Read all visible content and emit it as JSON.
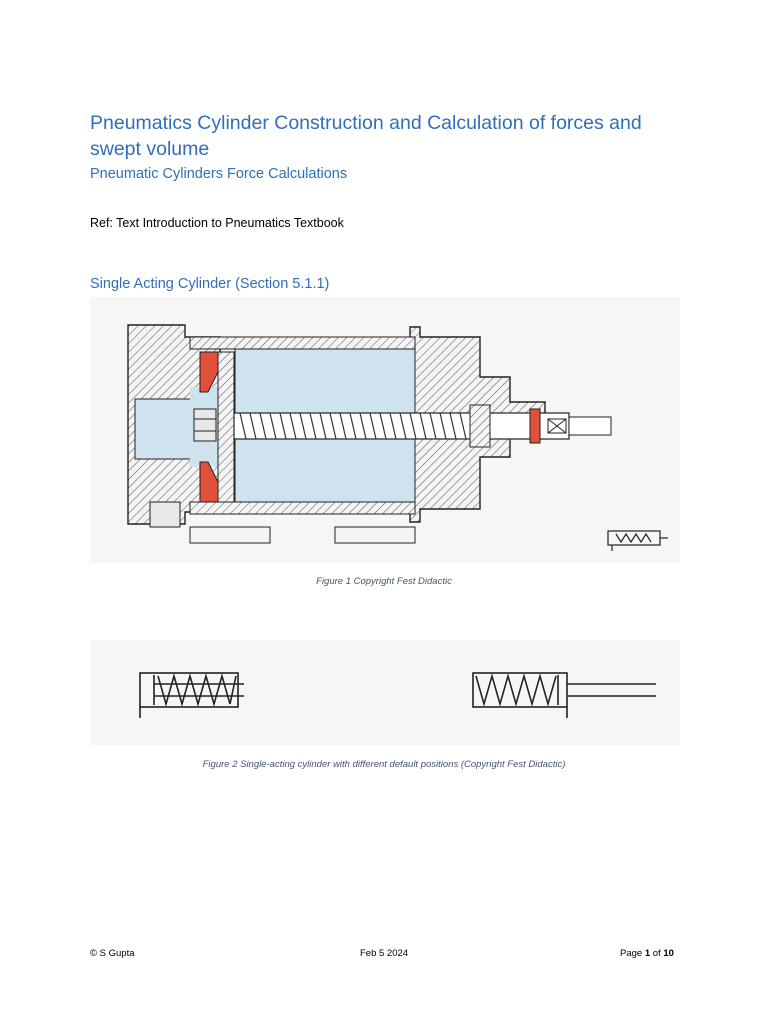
{
  "document": {
    "title": "Pneumatics Cylinder Construction and Calculation of forces and swept volume",
    "subtitle": "Pneumatic Cylinders Force Calculations",
    "reference": "Ref: Text Introduction to Pneumatics Textbook",
    "section_heading": "Single Acting Cylinder (Section 5.1.1)"
  },
  "figures": {
    "figure1_caption": "Figure 1 Copyright Fest Didactic",
    "figure2_caption": "Figure 2 Single-acting cylinder with different default positions (Copyright Fest Didactic)"
  },
  "footer": {
    "author": "© S Gupta",
    "date": "Feb 5 2024",
    "page_label": "Page",
    "page_current": "1",
    "page_of": "of",
    "page_total": "10"
  },
  "colors": {
    "heading": "#2f6eba",
    "caption": "#44546a",
    "chamber": "#cfe2f0",
    "seal": "#e0503a"
  }
}
